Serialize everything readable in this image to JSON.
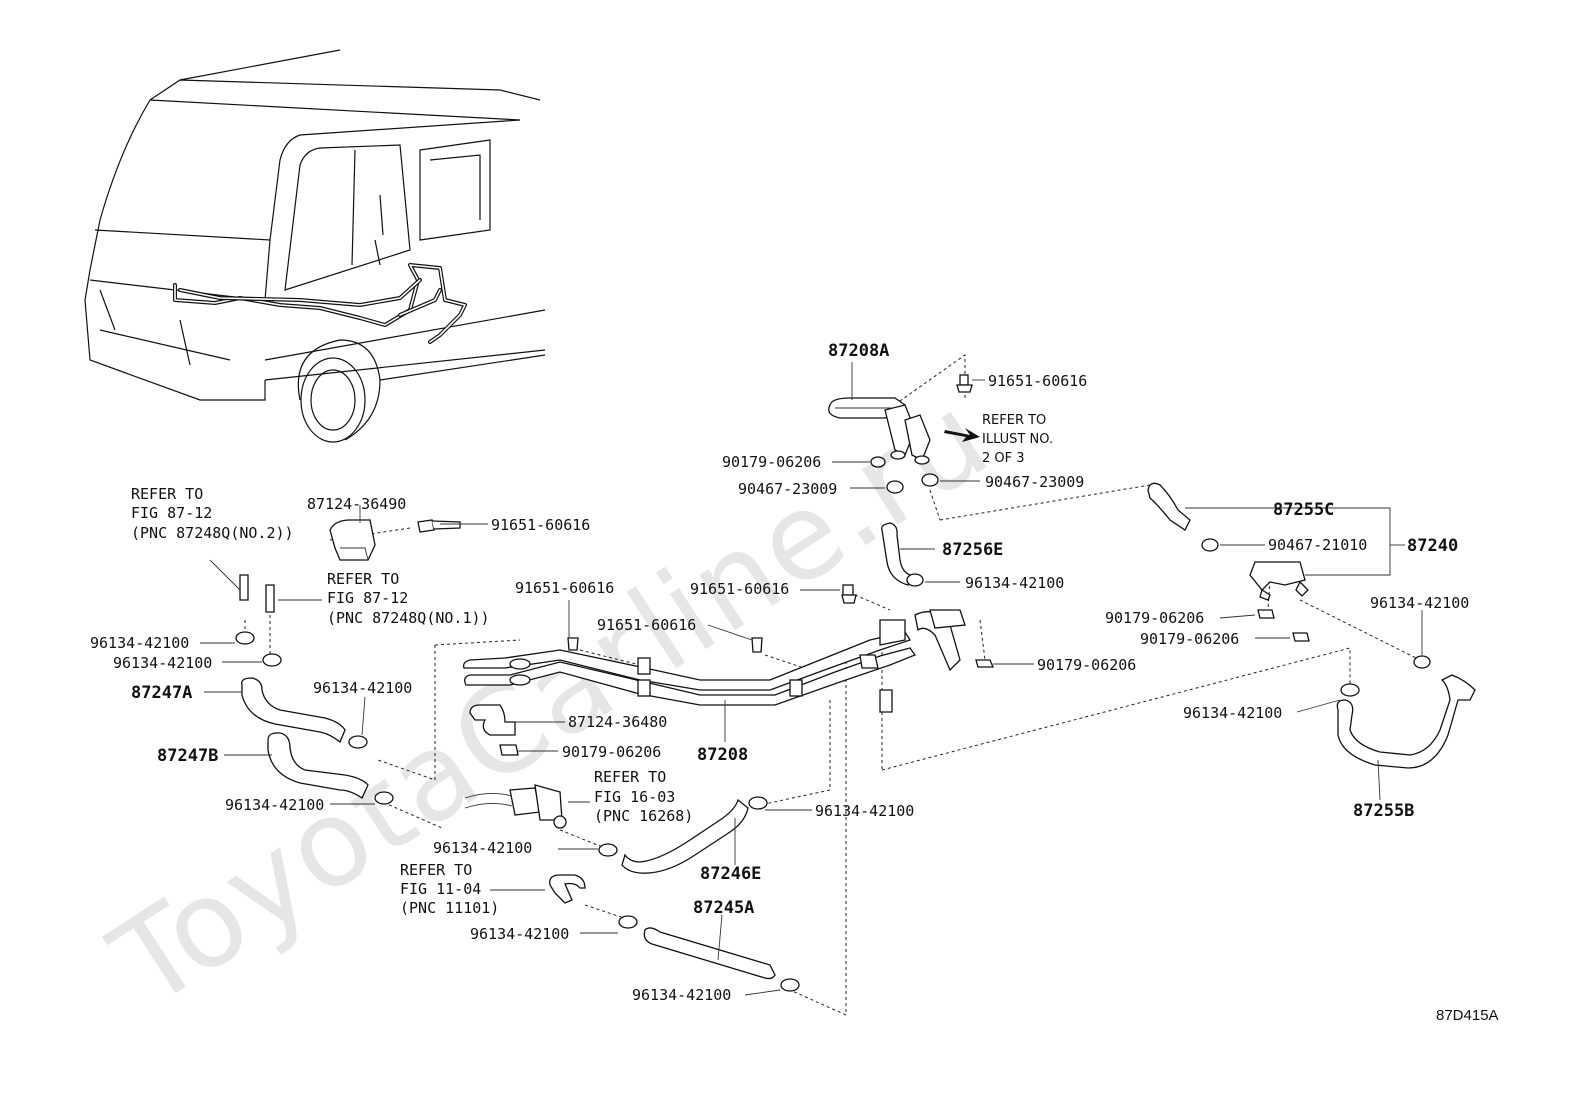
{
  "watermark": "ToyotaCarline.ru",
  "diagram_code": "87D415A",
  "parts": {
    "p87208A": "87208A",
    "p87208": "87208",
    "p91651_top": "91651-60616",
    "p90179_top": "90179-06206",
    "p90467_l": "90467-23009",
    "p90467_r": "90467-23009",
    "p87256E": "87256E",
    "p96134_c1": "96134-42100",
    "p91651_c1": "91651-60616",
    "p91651_c2": "91651-60616",
    "p91651_c3": "91651-60616",
    "p90179_c": "90179-06206",
    "p87124_36490": "87124-36490",
    "p91651_bracket": "91651-60616",
    "p96134_l1": "96134-42100",
    "p96134_l2": "96134-42100",
    "p87247A": "87247A",
    "p96134_l3": "96134-42100",
    "p87247B": "87247B",
    "p96134_l4": "96134-42100",
    "p87124_36480": "87124-36480",
    "p90179_mid": "90179-06206",
    "p96134_m1": "96134-42100",
    "p87246E": "87246E",
    "p96134_m2": "96134-42100",
    "p96134_m3": "96134-42100",
    "p87245A": "87245A",
    "p96134_m4": "96134-42100",
    "p87255C": "87255C",
    "p87240": "87240",
    "p90467_21010": "90467-21010",
    "p90179_r1": "90179-06206",
    "p90179_r2": "90179-06206",
    "p96134_r1": "96134-42100",
    "p96134_r2": "96134-42100",
    "p87255B": "87255B"
  },
  "refers": {
    "illust": [
      "REFER TO",
      "ILLUST NO.",
      "2 OF 3"
    ],
    "fig87_12_no2": [
      "REFER TO",
      "FIG 87-12",
      "(PNC 87248Q(NO.2))"
    ],
    "fig87_12_no1": [
      "REFER TO",
      "FIG 87-12",
      "(PNC 87248Q(NO.1))"
    ],
    "fig16_03": [
      "REFER TO",
      "FIG 16-03",
      "(PNC 16268)"
    ],
    "fig11_04": [
      "REFER TO",
      "FIG 11-04",
      "(PNC 11101)"
    ]
  }
}
